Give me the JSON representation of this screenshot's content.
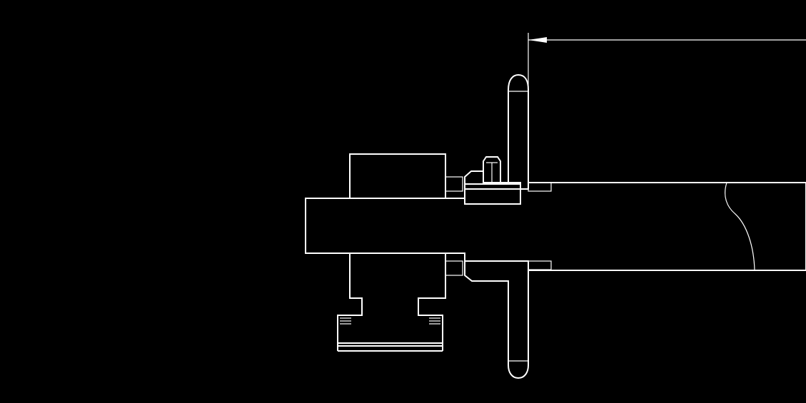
{
  "canvas": {
    "background_color": "#000000",
    "line_color": "#ffffff"
  },
  "drawing": {
    "type": "cad-cross-section",
    "components": [
      {
        "name": "drive-shaft",
        "hatch": "section-45deg"
      },
      {
        "name": "hub-block",
        "hatch": "section-45deg"
      },
      {
        "name": "sprocket-plate",
        "hatch": "none"
      },
      {
        "name": "collar",
        "hatch": "none"
      },
      {
        "name": "set-screw",
        "hatch": "none"
      },
      {
        "name": "spacer-washers",
        "hatch": "fine"
      },
      {
        "name": "dimension-arrow",
        "direction": "left"
      }
    ]
  }
}
